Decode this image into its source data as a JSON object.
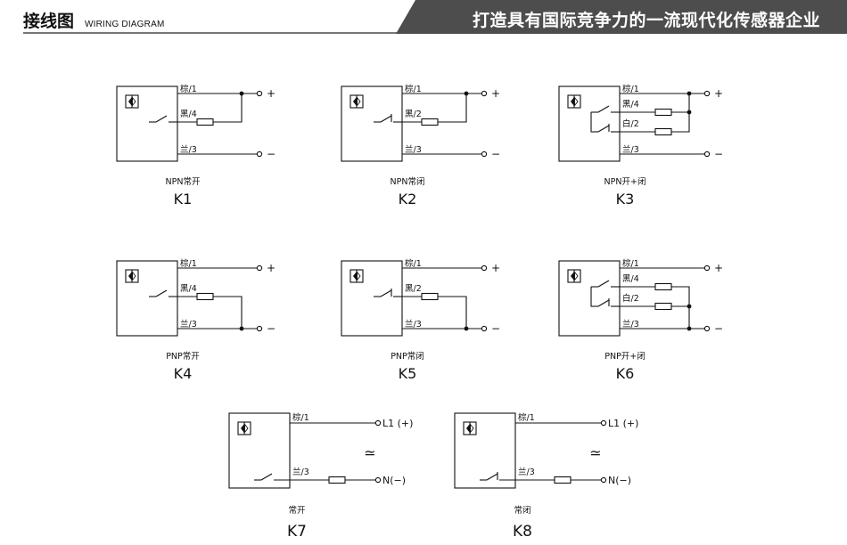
{
  "header": {
    "title": "接线图",
    "subtitle": "WIRING DIAGRAM",
    "slogan": "打造具有国际竞争力的一流现代化传感器企业"
  },
  "diagrams": [
    {
      "id": "K1",
      "caption": "NPN常开",
      "label": "K1",
      "wires": [
        "棕/1",
        "黑/4",
        "兰/3"
      ],
      "terminals": [
        "+",
        "−"
      ]
    },
    {
      "id": "K2",
      "caption": "NPN常闭",
      "label": "K2",
      "wires": [
        "棕/1",
        "黑/2",
        "兰/3"
      ],
      "terminals": [
        "+",
        "−"
      ]
    },
    {
      "id": "K3",
      "caption": "NPN开+闭",
      "label": "K3",
      "wires": [
        "棕/1",
        "黑/4",
        "白/2",
        "兰/3"
      ],
      "terminals": [
        "+",
        "−"
      ]
    },
    {
      "id": "K4",
      "caption": "PNP常开",
      "label": "K4",
      "wires": [
        "棕/1",
        "黑/4",
        "兰/3"
      ],
      "terminals": [
        "+",
        "−"
      ]
    },
    {
      "id": "K5",
      "caption": "PNP常闭",
      "label": "K5",
      "wires": [
        "棕/1",
        "黑/2",
        "兰/3"
      ],
      "terminals": [
        "+",
        "−"
      ]
    },
    {
      "id": "K6",
      "caption": "PNP开+闭",
      "label": "K6",
      "wires": [
        "棕/1",
        "黑/4",
        "白/2",
        "兰/3"
      ],
      "terminals": [
        "+",
        "−"
      ]
    },
    {
      "id": "K7",
      "caption": "常开",
      "label": "K7",
      "wires": [
        "棕/1",
        "兰/3"
      ],
      "terminals": [
        "L1 (+)",
        "N(−)"
      ],
      "ac_symbol": "≃"
    },
    {
      "id": "K8",
      "caption": "常闭",
      "label": "K8",
      "wires": [
        "棕/1",
        "兰/3"
      ],
      "terminals": [
        "L1 (+)",
        "N(−)"
      ],
      "ac_symbol": "≃"
    }
  ]
}
